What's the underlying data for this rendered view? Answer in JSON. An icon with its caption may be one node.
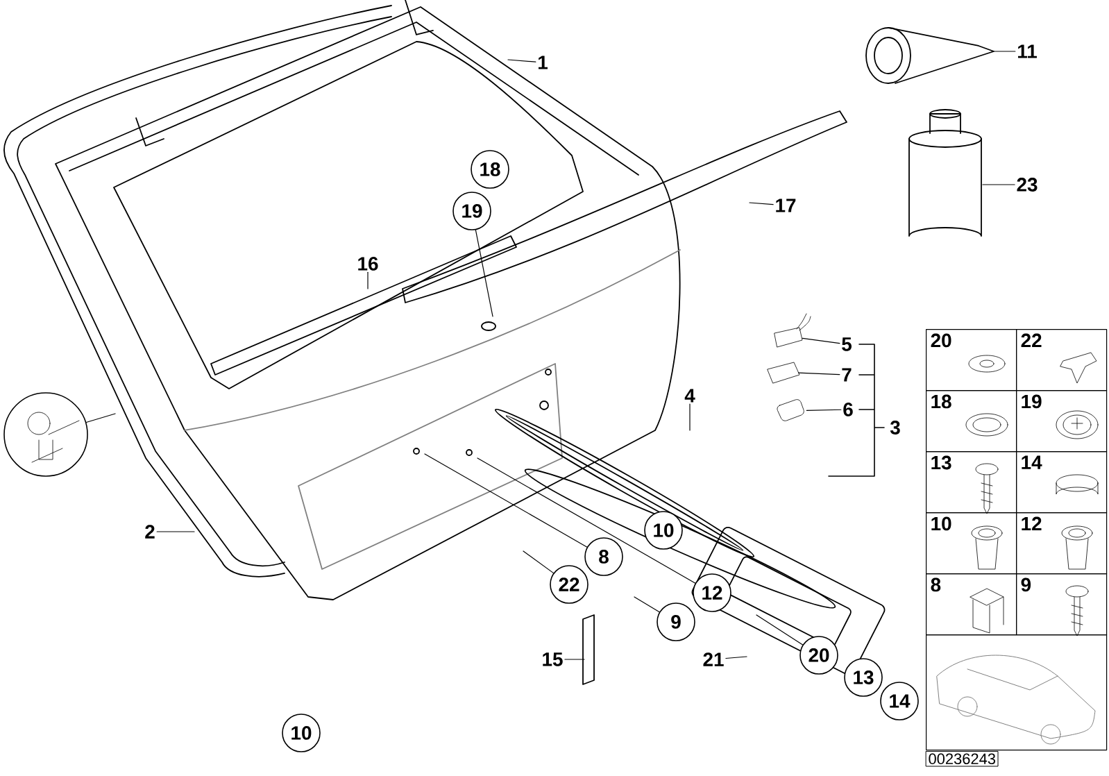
{
  "diagram": {
    "nodes": [
      {
        "text": [
          "1"
        ]
      },
      {
        "text": [
          "18"
        ]
      },
      {
        "text": [
          "19"
        ]
      },
      {
        "text": [
          "17"
        ]
      },
      {
        "text": [
          "16"
        ]
      },
      {
        "text": [
          "11"
        ]
      },
      {
        "text": [
          "23"
        ]
      },
      {
        "text": [
          "5"
        ]
      },
      {
        "text": [
          "7"
        ]
      },
      {
        "text": [
          "6"
        ]
      },
      {
        "text": [
          "4"
        ]
      },
      {
        "text": [
          "2"
        ]
      },
      {
        "text": [
          "10"
        ]
      },
      {
        "text": [
          "8"
        ]
      },
      {
        "text": [
          "22"
        ]
      },
      {
        "text": [
          "12"
        ]
      },
      {
        "text": [
          "9"
        ]
      },
      {
        "text": [
          "15"
        ]
      },
      {
        "text": [
          "21"
        ]
      },
      {
        "text": [
          "20"
        ]
      },
      {
        "text": [
          "13"
        ]
      },
      {
        "text": [
          "14"
        ]
      },
      {
        "text": [
          "10"
        ]
      },
      {
        "text": [],
        "shape": "picture"
      },
      {
        "text": [
          "20"
        ]
      },
      {
        "text": [
          "22"
        ]
      },
      {
        "text": [
          "18"
        ]
      },
      {
        "text": [
          "19"
        ]
      },
      {
        "text": [
          "13"
        ]
      },
      {
        "text": [
          "14"
        ]
      },
      {
        "text": [
          "10"
        ]
      },
      {
        "text": [
          "12"
        ]
      },
      {
        "text": [
          "8"
        ]
      },
      {
        "text": [
          "9"
        ]
      },
      {
        "text": [],
        "shape": "picture"
      },
      {
        "text": [
          "00236243"
        ]
      },
      {
        "text": [],
        "shape": "picture"
      },
      {
        "text": [],
        "shape": "picture"
      },
      {
        "text": [],
        "shape": "picture"
      }
    ],
    "edges": [
      {
        "from": 0,
        "to": null,
        "arrow": "none"
      },
      {
        "from": 2,
        "to": null,
        "arrow": "none"
      },
      {
        "from": 3,
        "to": null,
        "arrow": "none"
      },
      {
        "from": 4,
        "to": null,
        "arrow": "none"
      },
      {
        "from": 5,
        "to": null,
        "arrow": "none"
      },
      {
        "from": 6,
        "to": null,
        "arrow": "none"
      },
      {
        "from": 7,
        "to": 36,
        "arrow": "none"
      },
      {
        "from": 8,
        "to": 37,
        "arrow": "none"
      },
      {
        "from": 9,
        "to": 38,
        "arrow": "none"
      },
      {
        "from": 10,
        "to": null,
        "arrow": "none"
      },
      {
        "from": 11,
        "to": null,
        "arrow": "none"
      },
      {
        "from": 13,
        "to": null,
        "arrow": "none"
      },
      {
        "from": 14,
        "to": null,
        "arrow": "none"
      },
      {
        "from": 15,
        "to": null,
        "arrow": "none"
      },
      {
        "from": 16,
        "to": null,
        "arrow": "none"
      },
      {
        "from": 17,
        "to": null,
        "arrow": "none"
      },
      {
        "from": 18,
        "to": null,
        "arrow": "none"
      },
      {
        "from": 19,
        "to": null,
        "arrow": "none"
      },
      {
        "from": 23,
        "to": null,
        "arrow": "none"
      }
    ],
    "labels": [
      "3"
    ]
  }
}
